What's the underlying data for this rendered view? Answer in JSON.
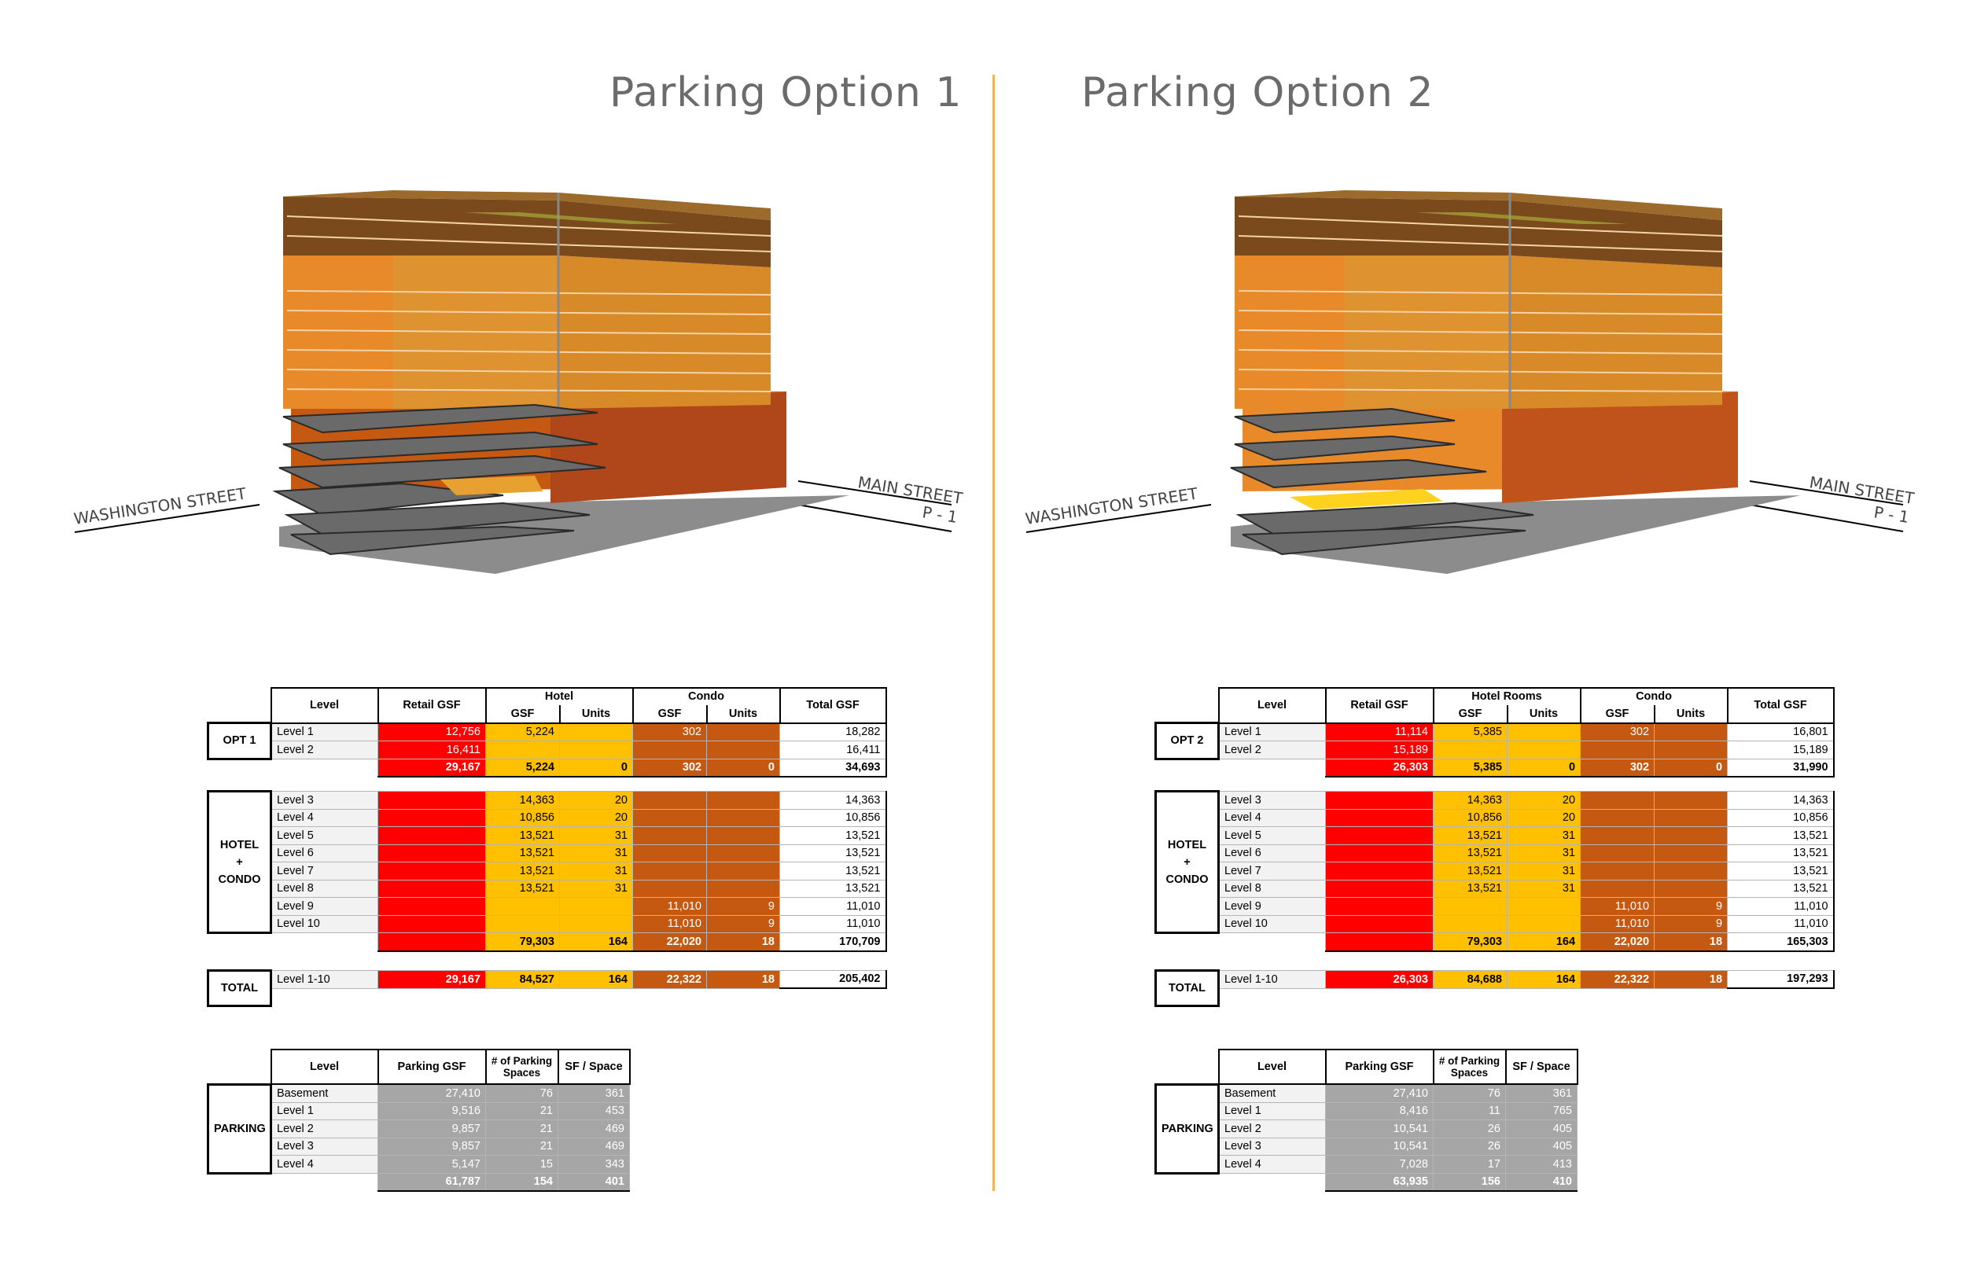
{
  "titles": {
    "opt1": "Parking Option 1",
    "opt2": "Parking Option 2"
  },
  "streets": {
    "washington": "WASHINGTON STREET",
    "main": "MAIN STREET",
    "p1": "P - 1"
  },
  "colors": {
    "retail": "#ff0000",
    "hotel": "#ffc000",
    "condo": "#c65911",
    "parking": "#a6a6a6",
    "divider": "#f0b25c"
  },
  "opt1": {
    "headers": {
      "level": "Level",
      "retail": "Retail GSF",
      "hotel": "Hotel",
      "condo": "Condo",
      "gsf": "GSF",
      "units": "Units",
      "total": "Total GSF"
    },
    "group1": "OPT 1",
    "g1_rows": [
      {
        "level": "Level 1",
        "retail": "12,756",
        "hotel_gsf": "5,224",
        "hotel_units": "",
        "condo_gsf": "302",
        "condo_units": "",
        "total": "18,282"
      },
      {
        "level": "Level 2",
        "retail": "16,411",
        "hotel_gsf": "",
        "hotel_units": "",
        "condo_gsf": "",
        "condo_units": "",
        "total": "16,411"
      }
    ],
    "g1_sum": {
      "retail": "29,167",
      "hotel_gsf": "5,224",
      "hotel_units": "0",
      "condo_gsf": "302",
      "condo_units": "0",
      "total": "34,693"
    },
    "group2_a": "HOTEL",
    "group2_b": "+",
    "group2_c": "CONDO",
    "g2_rows": [
      {
        "level": "Level 3",
        "hotel_gsf": "14,363",
        "hotel_units": "20",
        "condo_gsf": "",
        "condo_units": "",
        "total": "14,363"
      },
      {
        "level": "Level 4",
        "hotel_gsf": "10,856",
        "hotel_units": "20",
        "condo_gsf": "",
        "condo_units": "",
        "total": "10,856"
      },
      {
        "level": "Level 5",
        "hotel_gsf": "13,521",
        "hotel_units": "31",
        "condo_gsf": "",
        "condo_units": "",
        "total": "13,521"
      },
      {
        "level": "Level 6",
        "hotel_gsf": "13,521",
        "hotel_units": "31",
        "condo_gsf": "",
        "condo_units": "",
        "total": "13,521"
      },
      {
        "level": "Level 7",
        "hotel_gsf": "13,521",
        "hotel_units": "31",
        "condo_gsf": "",
        "condo_units": "",
        "total": "13,521"
      },
      {
        "level": "Level 8",
        "hotel_gsf": "13,521",
        "hotel_units": "31",
        "condo_gsf": "",
        "condo_units": "",
        "total": "13,521"
      },
      {
        "level": "Level 9",
        "hotel_gsf": "",
        "hotel_units": "",
        "condo_gsf": "11,010",
        "condo_units": "9",
        "total": "11,010"
      },
      {
        "level": "Level 10",
        "hotel_gsf": "",
        "hotel_units": "",
        "condo_gsf": "11,010",
        "condo_units": "9",
        "total": "11,010"
      }
    ],
    "g2_sum": {
      "hotel_gsf": "79,303",
      "hotel_units": "164",
      "condo_gsf": "22,020",
      "condo_units": "18",
      "total": "170,709"
    },
    "total_label": "TOTAL",
    "total_row": {
      "level": "Level 1-10",
      "retail": "29,167",
      "hotel_gsf": "84,527",
      "hotel_units": "164",
      "condo_gsf": "22,322",
      "condo_units": "18",
      "total": "205,402"
    },
    "parking": {
      "label": "PARKING",
      "headers": {
        "level": "Level",
        "gsf": "Parking GSF",
        "spaces_a": "# of Parking",
        "spaces_b": "Spaces",
        "sf": "SF / Space"
      },
      "rows": [
        {
          "level": "Basement",
          "gsf": "27,410",
          "spaces": "76",
          "sf": "361"
        },
        {
          "level": "Level 1",
          "gsf": "9,516",
          "spaces": "21",
          "sf": "453"
        },
        {
          "level": "Level 2",
          "gsf": "9,857",
          "spaces": "21",
          "sf": "469"
        },
        {
          "level": "Level 3",
          "gsf": "9,857",
          "spaces": "21",
          "sf": "469"
        },
        {
          "level": "Level 4",
          "gsf": "5,147",
          "spaces": "15",
          "sf": "343"
        }
      ],
      "sum": {
        "gsf": "61,787",
        "spaces": "154",
        "sf": "401"
      }
    }
  },
  "opt2": {
    "headers": {
      "level": "Level",
      "retail": "Retail GSF",
      "hotel": "Hotel Rooms",
      "condo": "Condo",
      "gsf": "GSF",
      "units": "Units",
      "total": "Total GSF"
    },
    "group1": "OPT 2",
    "g1_rows": [
      {
        "level": "Level 1",
        "retail": "11,114",
        "hotel_gsf": "5,385",
        "hotel_units": "",
        "condo_gsf": "302",
        "condo_units": "",
        "total": "16,801"
      },
      {
        "level": "Level 2",
        "retail": "15,189",
        "hotel_gsf": "",
        "hotel_units": "",
        "condo_gsf": "",
        "condo_units": "",
        "total": "15,189"
      }
    ],
    "g1_sum": {
      "retail": "26,303",
      "hotel_gsf": "5,385",
      "hotel_units": "0",
      "condo_gsf": "302",
      "condo_units": "0",
      "total": "31,990"
    },
    "group2_a": "HOTEL",
    "group2_b": "+",
    "group2_c": "CONDO",
    "g2_rows": [
      {
        "level": "Level 3",
        "hotel_gsf": "14,363",
        "hotel_units": "20",
        "condo_gsf": "",
        "condo_units": "",
        "total": "14,363"
      },
      {
        "level": "Level 4",
        "hotel_gsf": "10,856",
        "hotel_units": "20",
        "condo_gsf": "",
        "condo_units": "",
        "total": "10,856"
      },
      {
        "level": "Level 5",
        "hotel_gsf": "13,521",
        "hotel_units": "31",
        "condo_gsf": "",
        "condo_units": "",
        "total": "13,521"
      },
      {
        "level": "Level 6",
        "hotel_gsf": "13,521",
        "hotel_units": "31",
        "condo_gsf": "",
        "condo_units": "",
        "total": "13,521"
      },
      {
        "level": "Level 7",
        "hotel_gsf": "13,521",
        "hotel_units": "31",
        "condo_gsf": "",
        "condo_units": "",
        "total": "13,521"
      },
      {
        "level": "Level 8",
        "hotel_gsf": "13,521",
        "hotel_units": "31",
        "condo_gsf": "",
        "condo_units": "",
        "total": "13,521"
      },
      {
        "level": "Level 9",
        "hotel_gsf": "",
        "hotel_units": "",
        "condo_gsf": "11,010",
        "condo_units": "9",
        "total": "11,010"
      },
      {
        "level": "Level 10",
        "hotel_gsf": "",
        "hotel_units": "",
        "condo_gsf": "11,010",
        "condo_units": "9",
        "total": "11,010"
      }
    ],
    "g2_sum": {
      "hotel_gsf": "79,303",
      "hotel_units": "164",
      "condo_gsf": "22,020",
      "condo_units": "18",
      "total": "165,303"
    },
    "total_label": "TOTAL",
    "total_row": {
      "level": "Level 1-10",
      "retail": "26,303",
      "hotel_gsf": "84,688",
      "hotel_units": "164",
      "condo_gsf": "22,322",
      "condo_units": "18",
      "total": "197,293"
    },
    "parking": {
      "label": "PARKING",
      "headers": {
        "level": "Level",
        "gsf": "Parking GSF",
        "spaces_a": "# of Parking",
        "spaces_b": "Spaces",
        "sf": "SF / Space"
      },
      "rows": [
        {
          "level": "Basement",
          "gsf": "27,410",
          "spaces": "76",
          "sf": "361"
        },
        {
          "level": "Level 1",
          "gsf": "8,416",
          "spaces": "11",
          "sf": "765"
        },
        {
          "level": "Level 2",
          "gsf": "10,541",
          "spaces": "26",
          "sf": "405"
        },
        {
          "level": "Level 3",
          "gsf": "10,541",
          "spaces": "26",
          "sf": "405"
        },
        {
          "level": "Level 4",
          "gsf": "7,028",
          "spaces": "17",
          "sf": "413"
        }
      ],
      "sum": {
        "gsf": "63,935",
        "spaces": "156",
        "sf": "410"
      }
    }
  }
}
